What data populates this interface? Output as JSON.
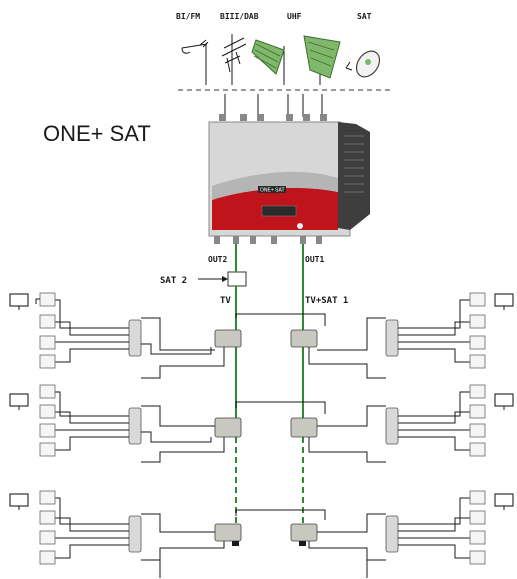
{
  "title": "ONE+ SAT",
  "antennas": {
    "bifm": "BI/FM",
    "biiidab": "BIII/DAB",
    "uhf": "UHF",
    "sat": "SAT"
  },
  "amplifier": {
    "badge": "ONE+ SAT"
  },
  "outputs": {
    "out1": "OUT1",
    "out2": "OUT2"
  },
  "inputs": {
    "sat2": "SAT 2"
  },
  "lines": {
    "tv": "TV",
    "tv_sat1": "TV+SAT 1"
  },
  "colors": {
    "cable_main": "#2e8b2e",
    "amp_red": "#c0141c",
    "antenna_green": "#6aa84f"
  }
}
